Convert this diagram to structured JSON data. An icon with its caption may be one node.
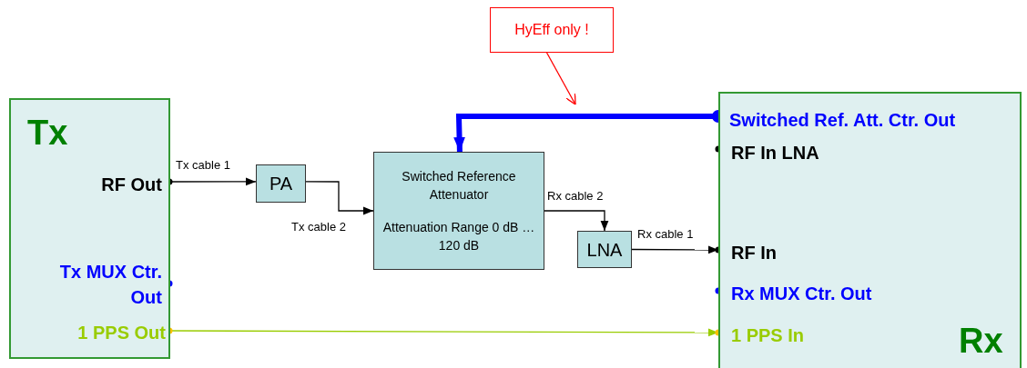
{
  "diagram": {
    "nodes": [
      {
        "text": [
          "Tx"
        ]
      },
      {
        "text": [
          "RF Out"
        ],
        "in": 0
      },
      {
        "text": [
          "Tx MUX Ctr. Out"
        ],
        "in": 0
      },
      {
        "text": [
          "1 PPS Out"
        ],
        "in": 0
      },
      {
        "text": [
          "PA"
        ]
      },
      {
        "text": [
          "Switched Reference Attenuator",
          "Attenuation Range 0 dB …120 dB"
        ]
      },
      {
        "text": [
          "LNA"
        ]
      },
      {
        "text": [
          "Rx"
        ]
      },
      {
        "text": [
          "Switched Ref. Att. Ctr. Out"
        ],
        "in": 7
      },
      {
        "text": [
          "RF In LNA"
        ],
        "in": 7
      },
      {
        "text": [
          "RF In"
        ],
        "in": 7
      },
      {
        "text": [
          "Rx MUX Ctr. Out"
        ],
        "in": 7
      },
      {
        "text": [
          "1 PPS In"
        ],
        "in": 7
      },
      {
        "text": [
          "HyEff only !"
        ]
      }
    ],
    "edges": [
      {
        "from": 1,
        "to": 4,
        "arrow": "to",
        "label": "Tx cable 1"
      },
      {
        "from": 4,
        "to": 5,
        "arrow": "to",
        "label": "Tx cable 2"
      },
      {
        "from": 5,
        "to": 6,
        "arrow": "to",
        "label": "Rx cable 2"
      },
      {
        "from": 6,
        "to": 10,
        "arrow": "to",
        "label": "Rx cable 1"
      },
      {
        "from": 8,
        "to": 5,
        "arrow": "to",
        "style": "thick",
        "color": "#0000ff"
      },
      {
        "from": 3,
        "to": 12,
        "arrow": "to",
        "color": "#99cc00"
      },
      {
        "from": 13,
        "to": null,
        "arrow": "to",
        "color": "#ff0000"
      }
    ]
  }
}
